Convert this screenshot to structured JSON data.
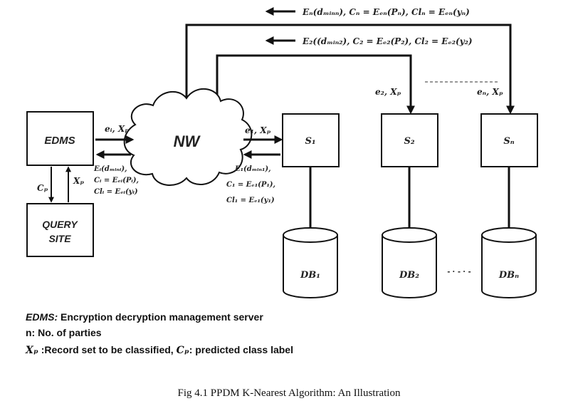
{
  "colors": {
    "ink": "#111111",
    "background": "#ffffff"
  },
  "top_arrows": {
    "line1": "Eₙ(dₘᵢₙₙ), Cₙ = Eₑₙ(Pₙ), Clₙ = Eₑₙ(yₙ)",
    "line2": "E₂((dₘᵢₙ₂), C₂ = Eₑ₂(P₂), Cl₂ = Eₑ₂(y₂)"
  },
  "nodes": {
    "edms": "EDMS",
    "query_site_line1": "QUERY",
    "query_site_line2": "SITE",
    "network": "NW",
    "s1": "S₁",
    "s2": "S₂",
    "sn": "Sₙ",
    "db1": "DB₁",
    "db2": "DB₂",
    "dbn": "DBₙ"
  },
  "labels": {
    "edms_to_nw": "eᵢ, Xₚ",
    "nw_to_s1": "e₁, Xₚ",
    "to_s2": "e₂, Xₚ",
    "to_sn": "eₙ, Xₚ",
    "cp": "Cₚ",
    "xp": "Xₚ",
    "edms_return_1": "Eᵢ(dₘᵢₙᵢ),",
    "edms_return_2": "Cᵢ = Eₑᵢ(Pᵢ),",
    "edms_return_3": "Clᵢ = Eₑᵢ(yᵢ)",
    "s1_return_1": "E₁(dₘᵢₙ₁),",
    "s1_return_2": "C₁ = Eₑ₁(P₁),",
    "s1_return_3": "Cl₁ = Eₑ₁(y₁)",
    "db_dots": "- · - · -"
  },
  "legend": {
    "line1_term": "EDMS:",
    "line1_text": " Encryption decryption management server",
    "line2": "n: No. of parties",
    "line3_xp": "Xₚ",
    "line3_text": " :Record set to be classified, ",
    "line3_cp": "Cₚ",
    "line3_end": ": predicted class label"
  },
  "caption": "Fig 4.1 PPDM K-Nearest Algorithm: An Illustration"
}
